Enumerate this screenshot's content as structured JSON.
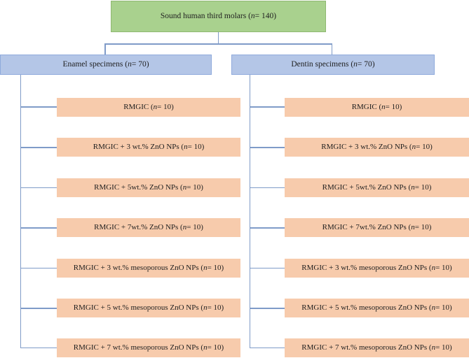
{
  "root": {
    "label": "Sound human third molars (n = 140)"
  },
  "groups": [
    {
      "label": "Enamel specimens (n = 70)",
      "children": [
        "RMGIC (n = 10)",
        "RMGIC + 3 wt.% ZnO NPs (n = 10)",
        "RMGIC + 5wt.% ZnO NPs (n = 10)",
        "RMGIC + 7wt.% ZnO NPs (n = 10)",
        "RMGIC + 3 wt.% mesoporous ZnO NPs (n = 10)",
        "RMGIC + 5 wt.% mesoporous ZnO NPs (n = 10)",
        "RMGIC + 7 wt.% mesoporous ZnO NPs (n = 10)"
      ]
    },
    {
      "label": "Dentin specimens (n = 70)",
      "children": [
        "RMGIC (n = 10)",
        "RMGIC + 3 wt.% ZnO NPs (n = 10)",
        "RMGIC + 5wt.% ZnO NPs (n = 10)",
        "RMGIC + 7wt.% ZnO NPs (n = 10)",
        "RMGIC + 3 wt.% mesoporous ZnO NPs (n = 10)",
        "RMGIC + 5 wt.% mesoporous ZnO NPs (n = 10)",
        "RMGIC + 7 wt.% mesoporous ZnO NPs (n = 10)"
      ]
    }
  ],
  "colors": {
    "root_fill": "#A9D18E",
    "root_border": "#8FB871",
    "group_fill": "#B4C6E7",
    "group_border": "#8FAADC",
    "leaf_fill": "#F7CBAC",
    "connector": "#7F9BC8"
  }
}
